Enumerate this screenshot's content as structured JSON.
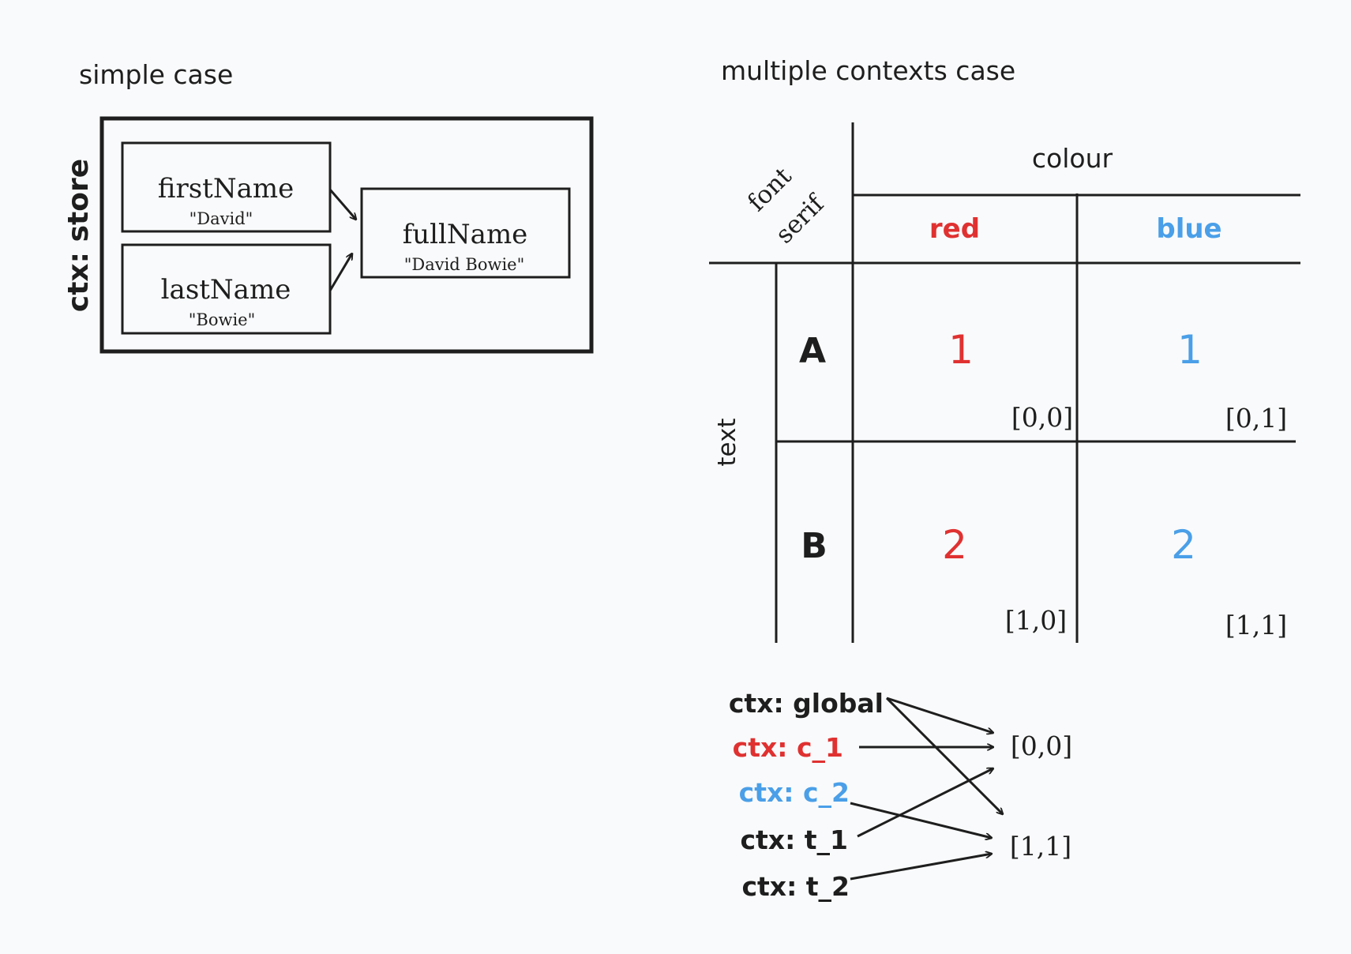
{
  "simple": {
    "title": "simple case",
    "store_label": "ctx: store",
    "first": {
      "name": "firstName",
      "value": "\"David\""
    },
    "last": {
      "name": "lastName",
      "value": "\"Bowie\""
    },
    "full": {
      "name": "fullName",
      "value": "\"David Bowie\""
    }
  },
  "multi": {
    "title": "multiple contexts case",
    "font_label": "font",
    "serif_label": "serif",
    "colour_label": "colour",
    "text_label": "text",
    "col_red": "red",
    "col_blue": "blue",
    "row_a": "A",
    "row_b": "B",
    "cells": {
      "a_red": {
        "value": "1",
        "index": "[0,0]"
      },
      "a_blue": {
        "value": "1",
        "index": "[0,1]"
      },
      "b_red": {
        "value": "2",
        "index": "[1,0]"
      },
      "b_blue": {
        "value": "2",
        "index": "[1,1]"
      }
    }
  },
  "contexts": {
    "items": [
      {
        "label": "ctx: global",
        "color": "#1e1e1e"
      },
      {
        "label": "ctx: c_1",
        "color": "#e03131"
      },
      {
        "label": "ctx: c_2",
        "color": "#4a9fe8"
      },
      {
        "label": "ctx: t_1",
        "color": "#1e1e1e"
      },
      {
        "label": "ctx: t_2",
        "color": "#1e1e1e"
      }
    ],
    "target_00": "[0,0]",
    "target_11": "[1,1]"
  },
  "colors": {
    "red": "#e03131",
    "blue": "#4a9fe8",
    "ink": "#1e1e1e",
    "background": "#f9fafb"
  }
}
